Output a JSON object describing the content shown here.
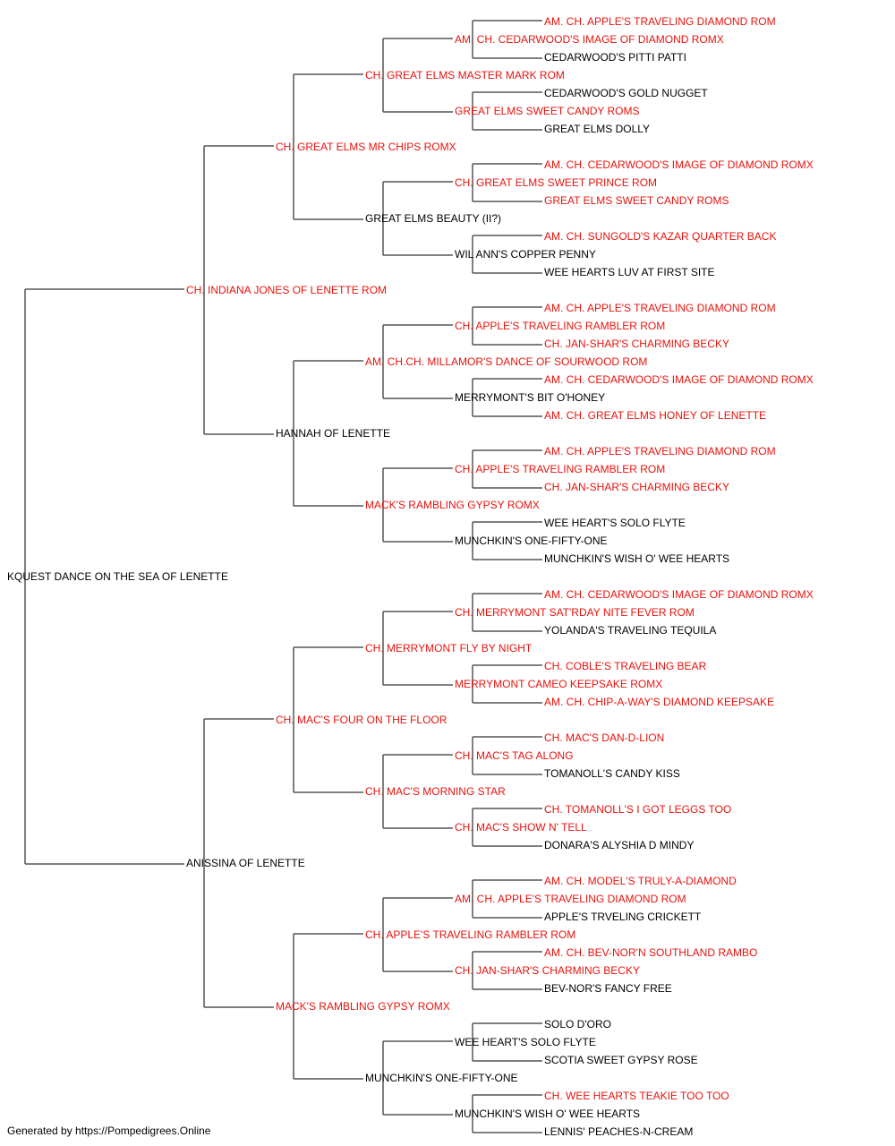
{
  "colors": {
    "titled": "#e8120c",
    "untitled": "#000000",
    "lines": "#555555"
  },
  "pedigree": [
    {
      "text": "KQUEST DANCE ON THE SEA OF LENETTE",
      "titled": false
    },
    {
      "text": "CH. INDIANA JONES OF LENETTE ROM",
      "titled": true
    },
    {
      "text": "ANISSINA OF LENETTE",
      "titled": false
    },
    {
      "text": "CH. GREAT ELMS MR CHIPS ROMX",
      "titled": true
    },
    {
      "text": "HANNAH OF LENETTE",
      "titled": false
    },
    {
      "text": "CH. MAC'S FOUR ON THE FLOOR",
      "titled": true
    },
    {
      "text": "MACK'S RAMBLING GYPSY ROMX",
      "titled": true
    },
    {
      "text": "CH. GREAT ELMS MASTER MARK ROM",
      "titled": true
    },
    {
      "text": "GREAT ELMS BEAUTY (II?)",
      "titled": false
    },
    {
      "text": "AM. CH.CH. MILLAMOR'S DANCE OF SOURWOOD ROM",
      "titled": true
    },
    {
      "text": "MACK'S RAMBLING GYPSY ROMX",
      "titled": true
    },
    {
      "text": "CH. MERRYMONT FLY BY NIGHT",
      "titled": true
    },
    {
      "text": "CH. MAC'S MORNING STAR",
      "titled": true
    },
    {
      "text": "CH. APPLE'S TRAVELING RAMBLER ROM",
      "titled": true
    },
    {
      "text": "MUNCHKIN'S ONE-FIFTY-ONE",
      "titled": false
    },
    {
      "text": "AM. CH. CEDARWOOD'S IMAGE OF DIAMOND ROMX",
      "titled": true
    },
    {
      "text": "GREAT ELMS SWEET CANDY ROMS",
      "titled": true
    },
    {
      "text": "CH. GREAT ELMS SWEET PRINCE ROM",
      "titled": true
    },
    {
      "text": "WIL ANN'S COPPER PENNY",
      "titled": false
    },
    {
      "text": "CH. APPLE'S TRAVELING RAMBLER ROM",
      "titled": true
    },
    {
      "text": "MERRYMONT'S BIT O'HONEY",
      "titled": false
    },
    {
      "text": "CH. APPLE'S TRAVELING RAMBLER ROM",
      "titled": true
    },
    {
      "text": "MUNCHKIN'S ONE-FIFTY-ONE",
      "titled": false
    },
    {
      "text": "CH. MERRYMONT SAT'RDAY NITE FEVER ROM",
      "titled": true
    },
    {
      "text": "MERRYMONT CAMEO KEEPSAKE ROMX",
      "titled": true
    },
    {
      "text": "CH. MAC'S TAG ALONG",
      "titled": true
    },
    {
      "text": "CH. MAC'S SHOW N' TELL",
      "titled": true
    },
    {
      "text": "AM. CH. APPLE'S TRAVELING DIAMOND ROM",
      "titled": true
    },
    {
      "text": "CH. JAN-SHAR'S CHARMING BECKY",
      "titled": true
    },
    {
      "text": "WEE HEART'S SOLO FLYTE",
      "titled": false
    },
    {
      "text": "MUNCHKIN'S WISH O' WEE HEARTS",
      "titled": false
    },
    {
      "text": "AM. CH. APPLE'S TRAVELING DIAMOND ROM",
      "titled": true
    },
    {
      "text": "CEDARWOOD'S PITTI PATTI",
      "titled": false
    },
    {
      "text": "CEDARWOOD'S GOLD NUGGET",
      "titled": false
    },
    {
      "text": "GREAT ELMS DOLLY",
      "titled": false
    },
    {
      "text": "AM. CH. CEDARWOOD'S IMAGE OF DIAMOND ROMX",
      "titled": true
    },
    {
      "text": "GREAT ELMS SWEET CANDY ROMS",
      "titled": true
    },
    {
      "text": "AM. CH. SUNGOLD'S KAZAR QUARTER BACK",
      "titled": true
    },
    {
      "text": "WEE HEARTS LUV AT FIRST SITE",
      "titled": false
    },
    {
      "text": "AM. CH. APPLE'S TRAVELING DIAMOND ROM",
      "titled": true
    },
    {
      "text": "CH. JAN-SHAR'S CHARMING BECKY",
      "titled": true
    },
    {
      "text": "AM. CH. CEDARWOOD'S IMAGE OF DIAMOND ROMX",
      "titled": true
    },
    {
      "text": "AM. CH. GREAT ELMS HONEY OF LENETTE",
      "titled": true
    },
    {
      "text": "AM. CH. APPLE'S TRAVELING DIAMOND ROM",
      "titled": true
    },
    {
      "text": "CH. JAN-SHAR'S CHARMING BECKY",
      "titled": true
    },
    {
      "text": "WEE HEART'S SOLO FLYTE",
      "titled": false
    },
    {
      "text": "MUNCHKIN'S WISH O' WEE HEARTS",
      "titled": false
    },
    {
      "text": "AM. CH. CEDARWOOD'S IMAGE OF DIAMOND ROMX",
      "titled": true
    },
    {
      "text": "YOLANDA'S TRAVELING TEQUILA",
      "titled": false
    },
    {
      "text": "CH. COBLE'S TRAVELING BEAR",
      "titled": true
    },
    {
      "text": "AM. CH. CHIP-A-WAY'S DIAMOND KEEPSAKE",
      "titled": true
    },
    {
      "text": "CH. MAC'S DAN-D-LION",
      "titled": true
    },
    {
      "text": "TOMANOLL'S CANDY KISS",
      "titled": false
    },
    {
      "text": "CH. TOMANOLL'S I GOT LEGGS TOO",
      "titled": true
    },
    {
      "text": "DONARA'S ALYSHIA D MINDY",
      "titled": false
    },
    {
      "text": "AM. CH. MODEL'S TRULY-A-DIAMOND",
      "titled": true
    },
    {
      "text": "APPLE'S TRVELING CRICKETT",
      "titled": false
    },
    {
      "text": "AM. CH. BEV-NOR'N SOUTHLAND RAMBO",
      "titled": true
    },
    {
      "text": "BEV-NOR'S FANCY FREE",
      "titled": false
    },
    {
      "text": "SOLO D'ORO",
      "titled": false
    },
    {
      "text": "SCOTIA SWEET GYPSY ROSE",
      "titled": false
    },
    {
      "text": "CH. WEE HEARTS TEAKIE TOO TOO",
      "titled": true
    },
    {
      "text": "LENNIS' PEACHES-N-CREAM",
      "titled": false
    }
  ],
  "footer": "Generated by https://Pompedigrees.Online"
}
